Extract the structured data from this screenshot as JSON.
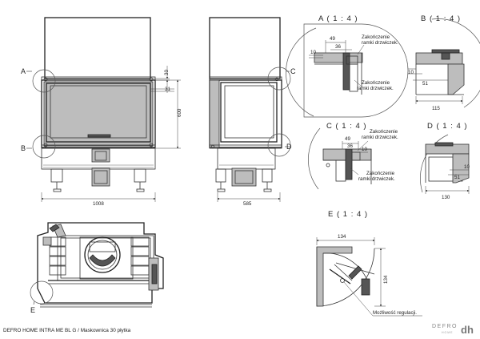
{
  "main_views": {
    "front": {
      "width_dim": "1008",
      "height_dim": "600",
      "top_dim": "30",
      "right_dim": "31",
      "callout_a": "A",
      "callout_b": "B"
    },
    "side": {
      "width_dim": "585",
      "callout_c": "C",
      "callout_d": "D"
    },
    "top": {
      "callout_e": "E"
    }
  },
  "details": {
    "a": {
      "title": "A ( 1 : 4 )",
      "dims": [
        "49",
        "36",
        "10"
      ],
      "note_1": "Zakończenie ramki drzwiczek.",
      "note_2": "Zakończenie ramki drzwiczek."
    },
    "b": {
      "title": "B ( 1 : 4 )",
      "dims": [
        "10",
        "51",
        "115"
      ]
    },
    "c": {
      "title": "C ( 1 : 4 )",
      "dims": [
        "49",
        "36",
        "10"
      ],
      "note_1": "Zakończenie ramki drzwiczek.",
      "note_2": "Zakończenie ramki drzwiczek."
    },
    "d": {
      "title": "D ( 1 : 4 )",
      "dims": [
        "10",
        "51",
        "130"
      ]
    },
    "e": {
      "title": "E ( 1 : 4 )",
      "dims": [
        "134",
        "134"
      ],
      "note": "Możliwość regulacji."
    }
  },
  "footer": {
    "caption": "DEFRO HOME INTRA ME BL G / Maskownica 30 płytka",
    "logo_text": "DEFRO",
    "logo_sub": "HOME",
    "logo_mark": "dh"
  }
}
